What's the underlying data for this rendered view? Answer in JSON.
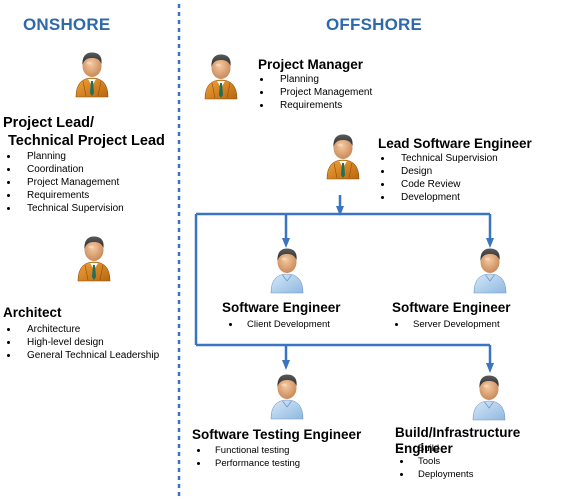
{
  "headings": {
    "onshore": "ONSHORE",
    "offshore": "OFFSHORE"
  },
  "colors": {
    "heading": "#2e6aab",
    "connector": "#3a74c2",
    "senior_shirt": "#e08a1a",
    "engineer_shirt": "#aaccec"
  },
  "onshore": {
    "lead": {
      "icon": "senior-person-icon",
      "title_line1": "Project Lead/",
      "title_line2": "Technical Project Lead",
      "items": [
        "Planning",
        "Coordination",
        "Project Management",
        "Requirements",
        "Technical Supervision"
      ]
    },
    "architect": {
      "icon": "senior-person-icon",
      "title": "Architect",
      "items": [
        "Architecture",
        "High-level design",
        "General Technical Leadership"
      ]
    }
  },
  "offshore": {
    "pm": {
      "icon": "senior-person-icon",
      "title": "Project Manager",
      "items": [
        "Planning",
        "Project Management",
        "Requirements"
      ]
    },
    "lead_eng": {
      "icon": "senior-person-icon",
      "title": "Lead Software Engineer",
      "items": [
        "Technical Supervision",
        "Design",
        "Code Review",
        "Development"
      ]
    },
    "swe_client": {
      "icon": "engineer-person-icon",
      "title": "Software Engineer",
      "items": [
        "Client Development"
      ]
    },
    "swe_server": {
      "icon": "engineer-person-icon",
      "title": "Software Engineer",
      "items": [
        "Server Development"
      ]
    },
    "test": {
      "icon": "engineer-person-icon",
      "title": "Software Testing Engineer",
      "items": [
        "Functional testing",
        "Performance testing"
      ]
    },
    "build": {
      "icon": "engineer-person-icon",
      "title": "Build/Infrastructure Engineer",
      "items": [
        "Build",
        "Tools",
        "Deployments"
      ]
    }
  }
}
